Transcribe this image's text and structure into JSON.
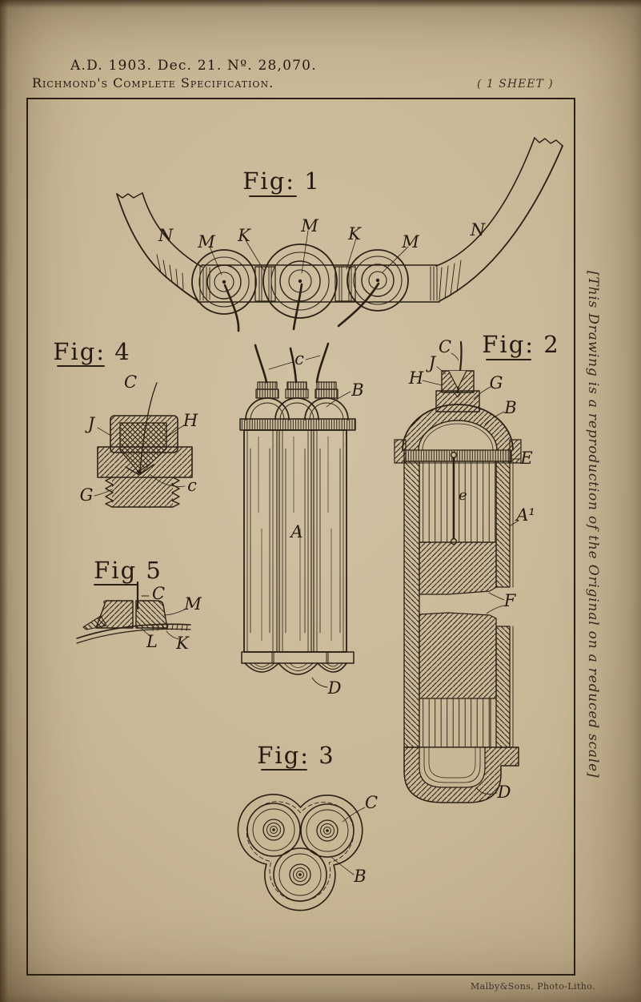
{
  "page": {
    "patent_number_line": "A.D. 1903. Dec. 21. Nº. 28,070.",
    "title_line": "Richmond's Complete Specification.",
    "sheet_note": "( 1 SHEET )",
    "margin_note": "[This Drawing is a reproduction of the Original on a reduced scale]",
    "printer_credit": "Malby&Sons, Photo-Litho."
  },
  "colors": {
    "paper": "#c8b795",
    "ink": "#2a2014"
  },
  "figures": {
    "fig1": {
      "label": "Fig: 1",
      "parts": {
        "n_left": "N",
        "m_left": "M",
        "k_left": "K",
        "m_mid": "M",
        "k_right": "K",
        "m_right": "M",
        "n_right": "N"
      }
    },
    "fig2": {
      "label": "Fig: 2",
      "parts": {
        "c": "C",
        "j": "J",
        "h": "H",
        "g": "G",
        "b": "B",
        "e_flange": "E",
        "e_rod": "e",
        "a1": "A¹",
        "f": "F",
        "d": "D"
      }
    },
    "fig3": {
      "label": "Fig: 3",
      "parts": {
        "c": "C",
        "b": "B"
      }
    },
    "fig4": {
      "label": "Fig: 4",
      "parts": {
        "c_top": "C",
        "j": "J",
        "h": "H",
        "g": "G",
        "c_lower": "c"
      }
    },
    "fig5": {
      "label": "Fig 5",
      "parts": {
        "c": "C",
        "m": "M",
        "l": "L",
        "k": "K"
      }
    },
    "battery_elevation": {
      "parts": {
        "c": "c",
        "b": "B",
        "a": "A",
        "d": "D"
      }
    }
  }
}
